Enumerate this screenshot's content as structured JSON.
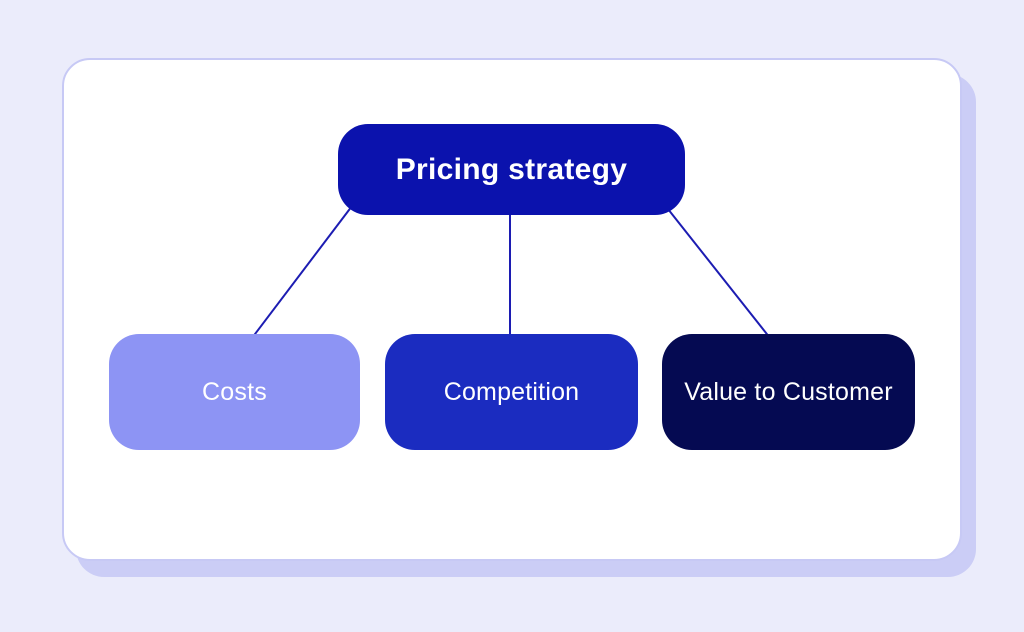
{
  "colors": {
    "page_bg": "#ebecfb",
    "card_bg": "#ffffff",
    "card_border": "#c7c9f5",
    "card_shadow": "#cbcdf6",
    "root_node": "#0b12ad",
    "costs_node": "#8d94f4",
    "competition_node": "#1b2cc0",
    "value_node": "#050a52",
    "connector": "#1c1cb2",
    "node_text": "#ffffff"
  },
  "diagram": {
    "type": "hierarchy",
    "root": {
      "label": "Pricing strategy"
    },
    "children": [
      {
        "label": "Costs"
      },
      {
        "label": "Competition"
      },
      {
        "label": "Value to Customer"
      }
    ]
  }
}
